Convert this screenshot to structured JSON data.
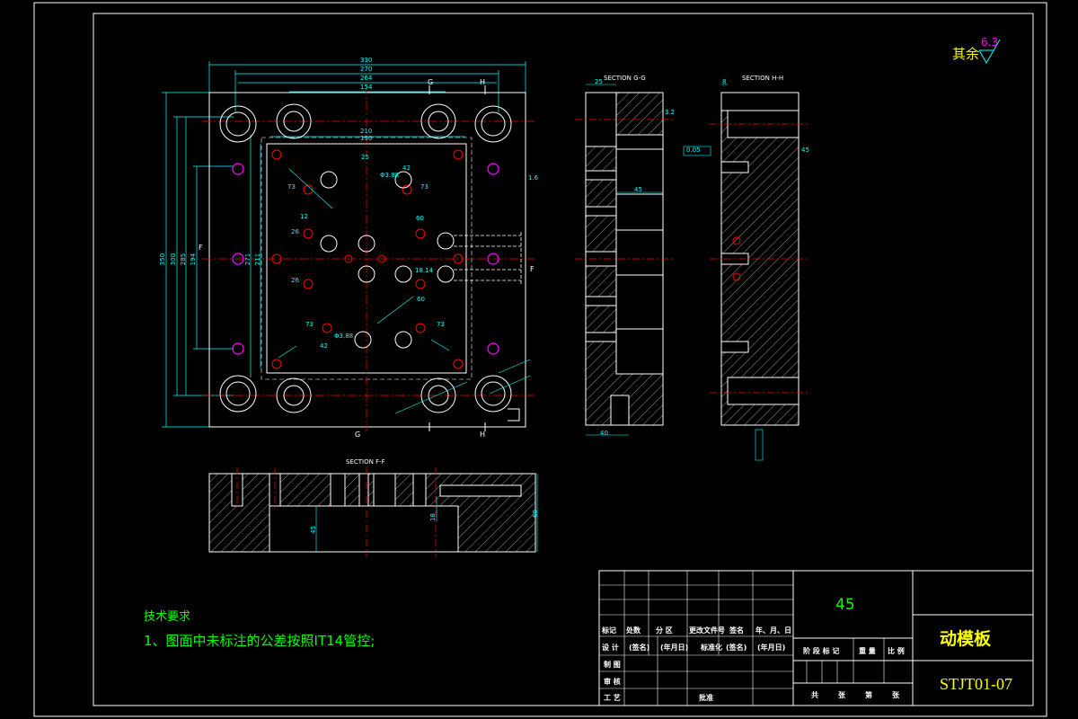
{
  "roughness": {
    "prefix": "其余",
    "value": "6.3"
  },
  "sections": {
    "gg": "SECTION G-G",
    "hh": "SECTION H-H",
    "ff": "SECTION F-F"
  },
  "section_marks": {
    "g_top": "G",
    "h_top": "H",
    "g_bottom": "G",
    "h_bottom": "H",
    "f_left": "F",
    "f_right": "F"
  },
  "dims": {
    "top": [
      "330",
      "270",
      "264",
      "154"
    ],
    "inner_top": [
      "210",
      "190"
    ],
    "left": [
      "350",
      "300",
      "285",
      "194"
    ],
    "left_inner": [
      "271",
      "211"
    ],
    "holes": [
      "Φ3.88",
      "Φ3.88",
      "18.14",
      "12",
      "73",
      "73",
      "73",
      "73",
      "26",
      "26",
      "60",
      "60",
      "42",
      "42",
      "25"
    ],
    "section_gg": [
      "25",
      "45",
      "40"
    ],
    "section_hh": [
      "8",
      "45"
    ],
    "section_ff": [
      "45",
      "60",
      "18"
    ],
    "tolerance_hh": "0.05",
    "section_gg_roughness": "3.2",
    "plate_roughness": "1.6"
  },
  "tech": {
    "title": "技术要求",
    "line1": "1、图面中未标注的公差按照IT14管控;"
  },
  "title_block": {
    "material": "45",
    "part_name": "动模板",
    "drawing_no": "STJT01-07",
    "headers": [
      "标记",
      "处数",
      "分 区",
      "更改文件号",
      "签名",
      "年、月、日"
    ],
    "row_design": [
      "设 计",
      "(签名)",
      "(年月日)",
      "标准化",
      "(签名)",
      "(年月日)"
    ],
    "labels_left": [
      "制 图",
      "审 核",
      "工 艺"
    ],
    "approve": "批准",
    "stage_headers": [
      "阶 段 标 记",
      "重 量",
      "比 例"
    ],
    "sheet": [
      "共",
      "张",
      "第",
      "张"
    ]
  },
  "colors": {
    "frame": "#ffffff",
    "dim": "#00ffff",
    "green": "#00ff00",
    "yellow": "#ffff00",
    "red": "#ff0000",
    "magenta": "#ff00ff",
    "hatch": "#ffffff"
  }
}
